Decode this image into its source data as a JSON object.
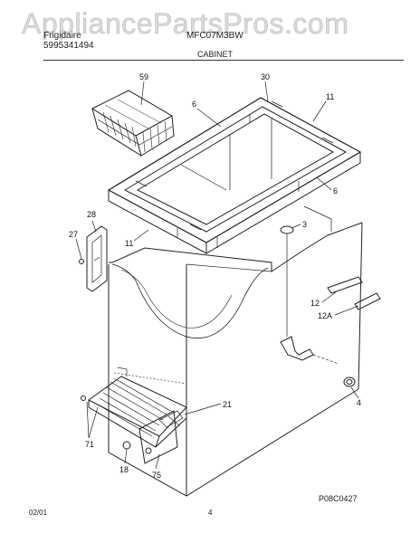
{
  "watermark": "AppliancePartsPros.com",
  "header": {
    "brand": "Frigidaire",
    "part_number": "5995341494",
    "model": "MFC07M3BW",
    "section_title": "CABINET"
  },
  "diagram": {
    "callouts": [
      "59",
      "30",
      "6",
      "11",
      "6",
      "28",
      "27",
      "11",
      "3",
      "12",
      "12A",
      "4",
      "21",
      "71",
      "18",
      "75"
    ],
    "drawing_code": "P08C0427"
  },
  "footer": {
    "date": "02/01",
    "page": "4"
  }
}
